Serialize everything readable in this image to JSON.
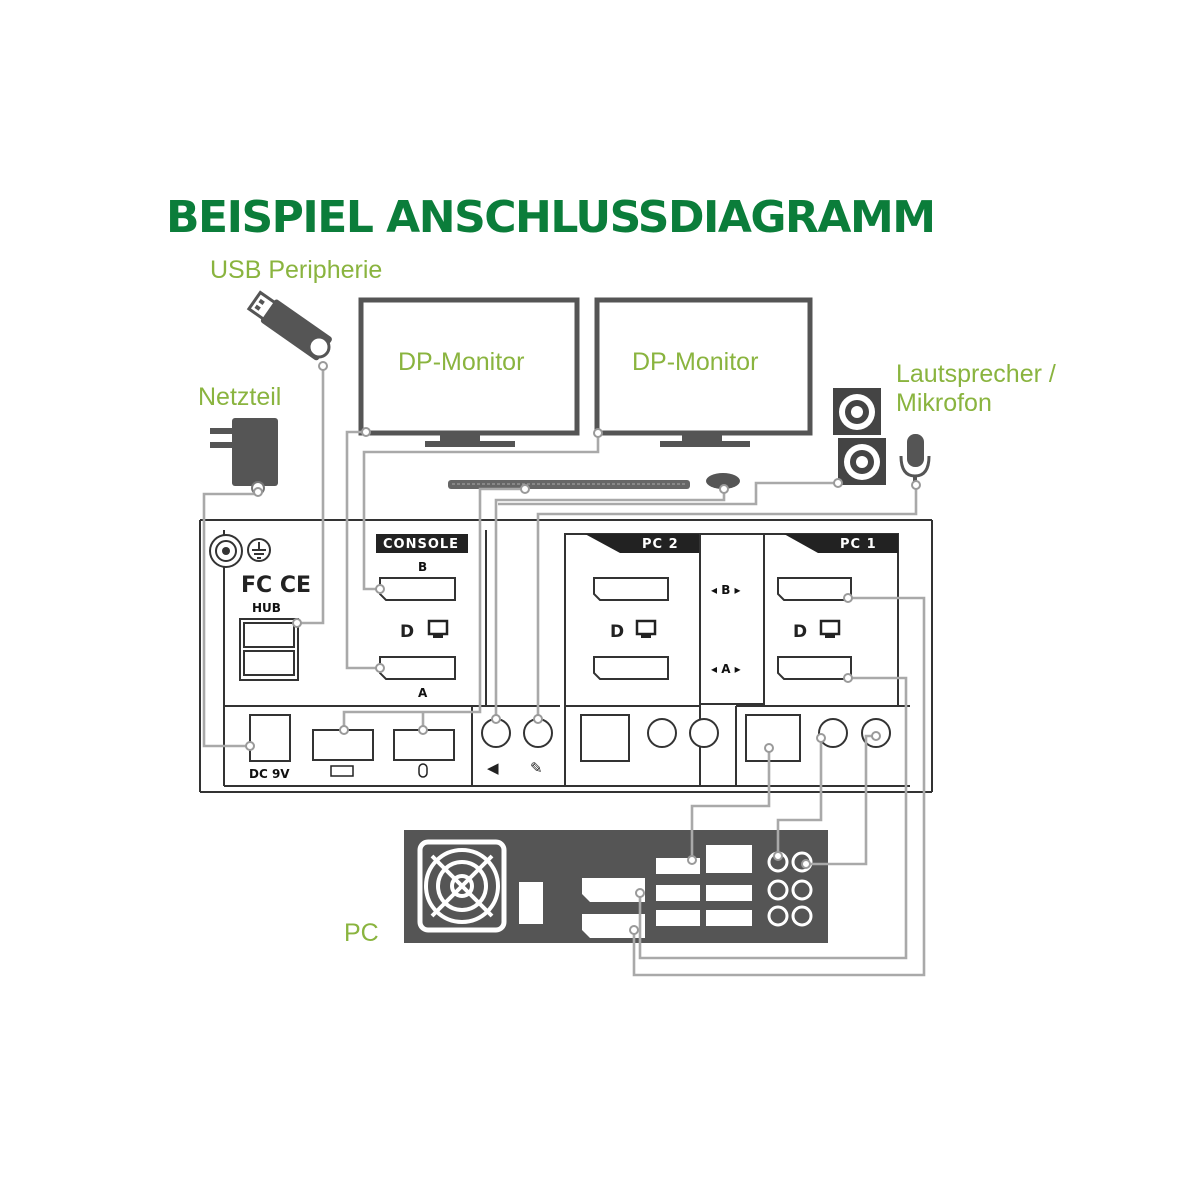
{
  "title": "BEISPIEL ANSCHLUSSDIAGRAMM",
  "labels": {
    "usb_peripheral": "USB Peripherie",
    "power_supply": "Netzteil",
    "monitor_1": "DP-Monitor",
    "monitor_2": "DP-Monitor",
    "speaker_line1": "Lautsprecher /",
    "speaker_line2": "Mikrofon",
    "pc": "PC"
  },
  "kvm": {
    "console_label": "CONSOLE",
    "pc2_label": "PC 2",
    "pc1_label": "PC 1",
    "hub_label": "HUB",
    "power_label": "DC 9V",
    "port_b": "B",
    "port_a": "A",
    "switch_b": "◂ B ▸",
    "switch_a": "◂ A ▸",
    "cert_marks": "FC CE"
  },
  "colors": {
    "title": "#0b7d3a",
    "label": "#8ab43f",
    "wire": "#a9a9a9",
    "device": "#555555"
  }
}
